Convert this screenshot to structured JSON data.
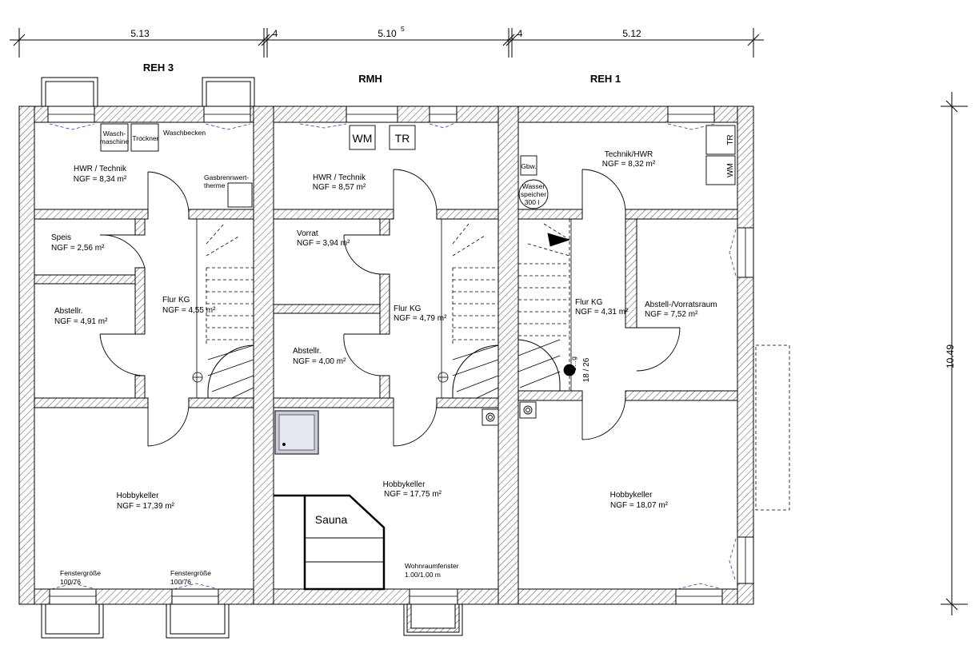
{
  "units": [
    {
      "name": "REH 3"
    },
    {
      "name": "RMH"
    },
    {
      "name": "REH 1"
    }
  ],
  "dimensions": {
    "top": [
      "5.13",
      "4",
      "5.10",
      "5",
      "4",
      "5.12"
    ],
    "right": "10.49"
  },
  "rooms": {
    "reh3_hwr": {
      "name": "HWR / Technik",
      "area": "NGF = 8,34 m²"
    },
    "reh3_speis": {
      "name": "Speis",
      "area": "NGF = 2,56 m²"
    },
    "reh3_abstell": {
      "name": "Abstellr.",
      "area": "NGF = 4,91 m²"
    },
    "reh3_flur": {
      "name": "Flur KG",
      "area": "NGF = 4,55 m²"
    },
    "reh3_hobby": {
      "name": "Hobbykeller",
      "area": "NGF = 17,39 m²"
    },
    "rmh_hwr": {
      "name": "HWR / Technik",
      "area": "NGF = 8,57 m²"
    },
    "rmh_vorrat": {
      "name": "Vorrat",
      "area": "NGF = 3,94 m²"
    },
    "rmh_abstell": {
      "name": "Abstellr.",
      "area": "NGF = 4,00 m²"
    },
    "rmh_flur": {
      "name": "Flur KG",
      "area": "NGF = 4,79 m²"
    },
    "rmh_hobby": {
      "name": "Hobbykeller",
      "area": "NGF = 17,75 m²"
    },
    "reh1_technik": {
      "name": "Technik/HWR",
      "area": "NGF = 8,32 m²"
    },
    "reh1_abstell": {
      "name": "Abstell-/Vorratsraum",
      "area": "NGF = 7,52 m²"
    },
    "reh1_flur": {
      "name": "Flur KG",
      "area": "NGF = 4,31 m²"
    },
    "reh1_hobby": {
      "name": "Hobbykeller",
      "area": "NGF = 18,07 m²"
    }
  },
  "fixtures": {
    "wasch1": "Wasch-",
    "wasch2": "maschine",
    "trockner": "Trockner",
    "waschbecken": "Waschbecken",
    "gas1": "Gasbrennwert-",
    "gas2": "therme",
    "wm": "WM",
    "tr": "TR",
    "sauna": "Sauna",
    "gbw": "Gbw.",
    "wasser1": "Wasser",
    "wasser2": "speicher",
    "wasser3": "300 l",
    "stair_ratio": "18 / 26",
    "stair_label": "1…g"
  },
  "notes": {
    "fenster1_l1": "Fenstergröße",
    "fenster1_l2": "100/76",
    "fenster2_l1": "Fenstergröße",
    "fenster2_l2": "100/76",
    "wohn_l1": "Wohnraumfenster",
    "wohn_l2": "1.00/1.00 m"
  }
}
